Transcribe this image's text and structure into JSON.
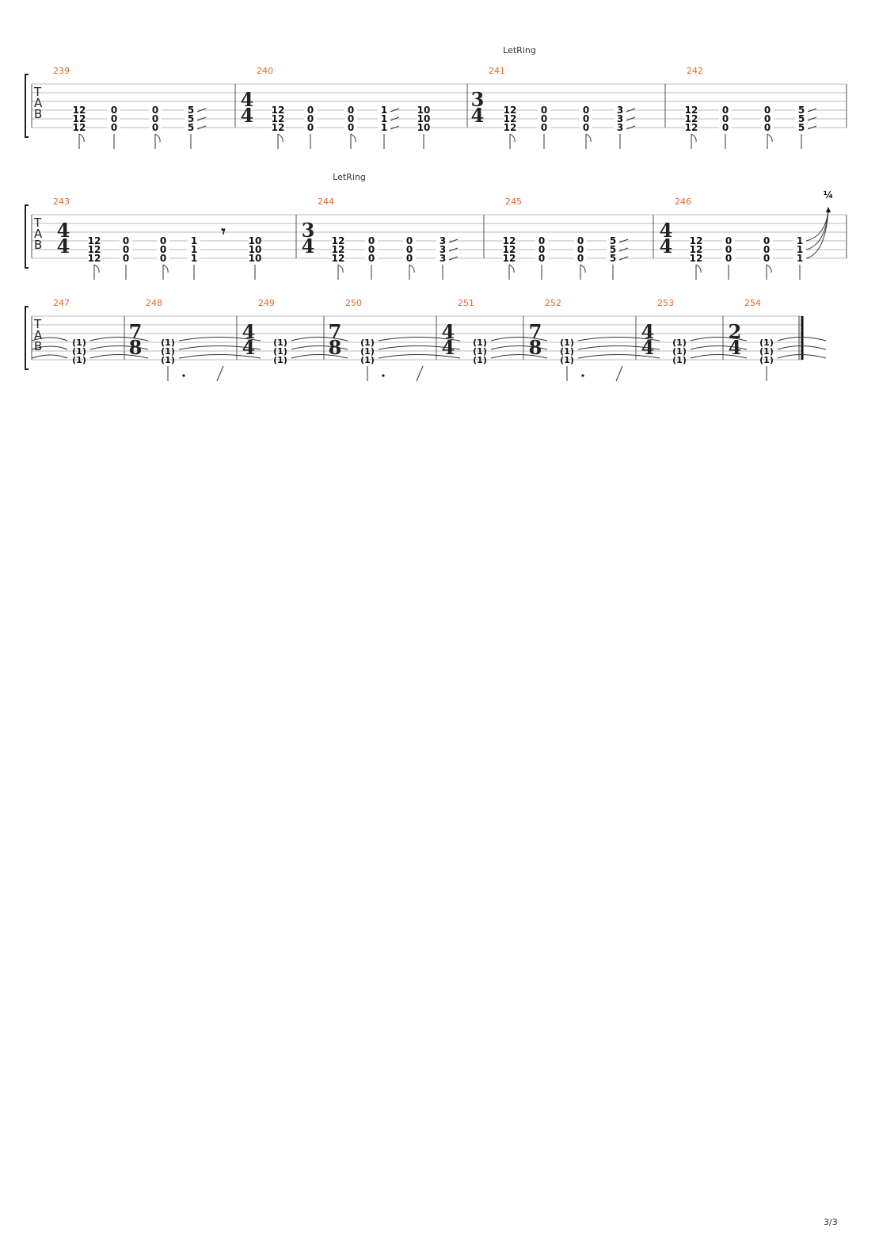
{
  "page_number": "3/3",
  "systems": [
    {
      "id": "system-1",
      "label": "LetRing",
      "measures": [
        {
          "number": "239",
          "time_signature": null,
          "notes": [
            [
              "12",
              "12",
              "12"
            ],
            [
              "0",
              "0",
              "0"
            ],
            [
              "0",
              "0",
              "0"
            ],
            [
              "5",
              "5",
              "5"
            ]
          ],
          "slides": [
            false,
            false,
            false,
            true
          ]
        },
        {
          "number": "240",
          "time_signature": [
            "4",
            "4"
          ],
          "notes": [
            [
              "12",
              "12",
              "12"
            ],
            [
              "0",
              "0",
              "0"
            ],
            [
              "0",
              "0",
              "0"
            ],
            [
              "1",
              "1",
              "1"
            ],
            [
              "10",
              "10",
              "10"
            ]
          ],
          "slides": [
            false,
            false,
            false,
            true,
            false
          ]
        },
        {
          "number": "241",
          "time_signature": [
            "3",
            "4"
          ],
          "notes": [
            [
              "12",
              "12",
              "12"
            ],
            [
              "0",
              "0",
              "0"
            ],
            [
              "0",
              "0",
              "0"
            ],
            [
              "3",
              "3",
              "3"
            ]
          ],
          "slides": [
            false,
            false,
            false,
            true
          ]
        },
        {
          "number": "242",
          "time_signature": null,
          "notes": [
            [
              "12",
              "12",
              "12"
            ],
            [
              "0",
              "0",
              "0"
            ],
            [
              "0",
              "0",
              "0"
            ],
            [
              "5",
              "5",
              "5"
            ]
          ],
          "slides": [
            false,
            false,
            false,
            true
          ]
        }
      ]
    },
    {
      "id": "system-2",
      "label": "LetRing",
      "measures": [
        {
          "number": "243",
          "time_signature": [
            "4",
            "4"
          ],
          "notes": [
            [
              "12",
              "12",
              "12"
            ],
            [
              "0",
              "0",
              "0"
            ],
            [
              "0",
              "0",
              "0"
            ],
            [
              "1",
              "1",
              "1"
            ],
            [
              "10",
              "10",
              "10"
            ]
          ],
          "slides": [
            false,
            false,
            false,
            false,
            false
          ],
          "rest": "𝄾"
        },
        {
          "number": "244",
          "time_signature": [
            "3",
            "4"
          ],
          "notes": [
            [
              "12",
              "12",
              "12"
            ],
            [
              "0",
              "0",
              "0"
            ],
            [
              "0",
              "0",
              "0"
            ],
            [
              "3",
              "3",
              "3"
            ]
          ],
          "slides": [
            false,
            false,
            false,
            true
          ]
        },
        {
          "number": "245",
          "time_signature": null,
          "notes": [
            [
              "12",
              "12",
              "12"
            ],
            [
              "0",
              "0",
              "0"
            ],
            [
              "0",
              "0",
              "0"
            ],
            [
              "5",
              "5",
              "5"
            ]
          ],
          "slides": [
            false,
            false,
            false,
            true
          ]
        },
        {
          "number": "246",
          "time_signature": [
            "4",
            "4"
          ],
          "notes": [
            [
              "12",
              "12",
              "12"
            ],
            [
              "0",
              "0",
              "0"
            ],
            [
              "0",
              "0",
              "0"
            ],
            [
              "1",
              "1",
              "1"
            ]
          ],
          "slides": [
            false,
            false,
            false,
            false
          ],
          "bend": "¼"
        }
      ]
    },
    {
      "id": "system-3",
      "label": "",
      "measures": [
        {
          "number": "247",
          "time_signature": null,
          "tied": "(1)"
        },
        {
          "number": "248",
          "time_signature": [
            "7",
            "8"
          ],
          "tied": "(1)"
        },
        {
          "number": "249",
          "time_signature": [
            "4",
            "4"
          ],
          "tied": "(1)"
        },
        {
          "number": "250",
          "time_signature": [
            "7",
            "8"
          ],
          "tied": "(1)"
        },
        {
          "number": "251",
          "time_signature": [
            "4",
            "4"
          ],
          "tied": "(1)"
        },
        {
          "number": "252",
          "time_signature": [
            "7",
            "8"
          ],
          "tied": "(1)"
        },
        {
          "number": "253",
          "time_signature": [
            "4",
            "4"
          ],
          "tied": "(1)"
        },
        {
          "number": "254",
          "time_signature": [
            "2",
            "4"
          ],
          "tied": "(1)"
        }
      ]
    }
  ],
  "tab_clef": [
    "T",
    "A",
    "B"
  ]
}
